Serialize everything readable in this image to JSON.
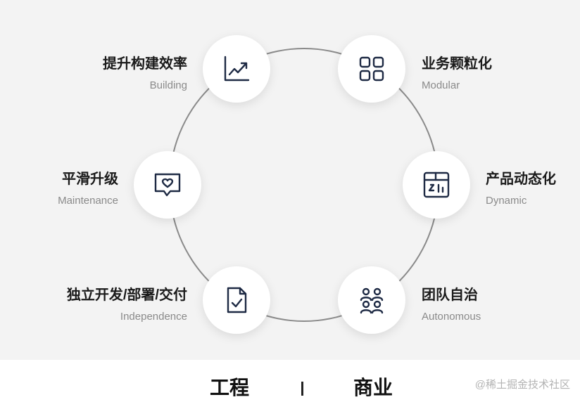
{
  "nodes": [
    {
      "cn": "提升构建效率",
      "en": "Building",
      "icon": "trend-chart-icon"
    },
    {
      "cn": "业务颗粒化",
      "en": "Modular",
      "icon": "grid-icon"
    },
    {
      "cn": "平滑升级",
      "en": "Maintenance",
      "icon": "heart-screen-icon"
    },
    {
      "cn": "产品动态化",
      "en": "Dynamic",
      "icon": "layout-panel-icon"
    },
    {
      "cn": "独立开发/部署/交付",
      "en": "Independence",
      "icon": "document-check-icon"
    },
    {
      "cn": "团队自治",
      "en": "Autonomous",
      "icon": "team-icon"
    }
  ],
  "footer": {
    "left": "工程",
    "right": "商业"
  },
  "watermark": "@稀土掘金技术社区",
  "colors": {
    "icon": "#1e2a44",
    "ring": "#8a8a8a",
    "panel": "#f3f3f3"
  }
}
